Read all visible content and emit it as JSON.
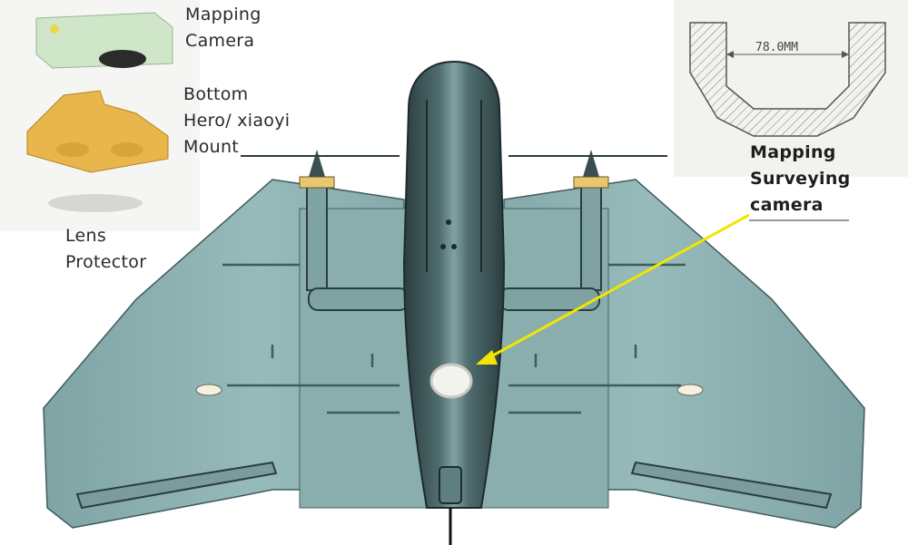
{
  "labels": {
    "mapping_camera": [
      "Mapping",
      "Camera"
    ],
    "bottom_mount": [
      "Bottom",
      "Hero/ xiaoyi",
      "Mount"
    ],
    "lens_protector": [
      "Lens",
      "Protector"
    ],
    "callout": [
      "Mapping",
      "Surveying",
      "camera"
    ]
  },
  "dimension": "78.0MM",
  "colors": {
    "airframe": "#8fb2b3",
    "airframe_dark": "#4e6b6d",
    "fuselage": "#2f4446",
    "pointer_arrow": "#f2e600",
    "mount_part": "#e8b64a",
    "camera_body": "#cfe6c9"
  }
}
